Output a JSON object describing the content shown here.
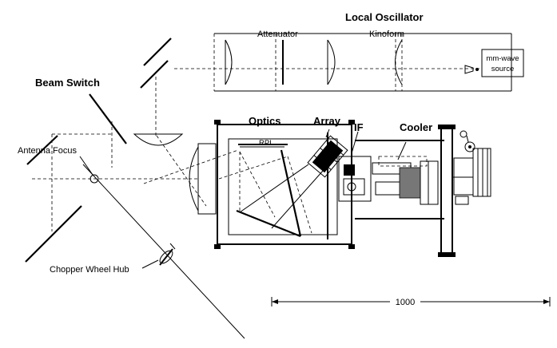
{
  "labels": {
    "local_oscillator": "Local Oscillator",
    "attenuator": "Attenuator",
    "kinoform": "Kinoform",
    "mm_wave_line1": "mm-wave",
    "mm_wave_line2": "source",
    "beam_switch": "Beam Switch",
    "optics": "Optics",
    "array": "Array",
    "if": "IF",
    "cooler": "Cooler",
    "rpi": "RPI",
    "antenna_focus": "Antenna Focus",
    "chopper_wheel_hub": "Chopper Wheel Hub",
    "scale": "1000"
  },
  "colors": {
    "ink": "#000000",
    "paper": "#ffffff"
  }
}
